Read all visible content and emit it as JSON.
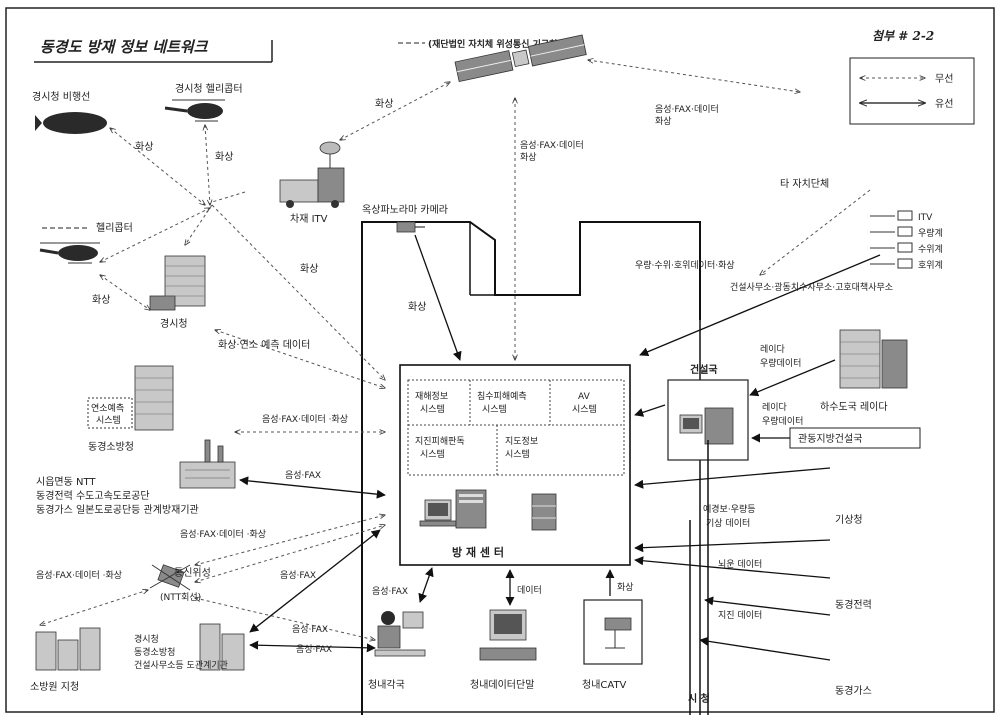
{
  "title": "동경도 방재 정보 네트워크",
  "attachment": "첨부 # 2-2",
  "satellite_caption": "(재단법인 자치체 위성통신 기구회선 )",
  "legend": {
    "wireless": "무선",
    "wired": "유선"
  },
  "nodes": {
    "police_airship": "경시청 비행선",
    "police_helicopter": "경시청 헬리콥터",
    "helicopter": "헬리콥터",
    "police_hq": "경시청",
    "vehicle_itv": "차재 ITV",
    "rooftop_camera": "옥상파노라마 카메라",
    "other_local_gov": "타 자치단체",
    "fire_forecast_box": [
      "연소예측",
      "시스템"
    ],
    "fire_dept": "동경소방청",
    "utilities": [
      "시읍면동 NTT",
      "동경전력  수도고속도로공단",
      "동경가스  일본도로공단등  관계방재기관"
    ],
    "comm_satellite": [
      "통신위성",
      "(NTT회선)"
    ],
    "fire_station_branch": "소방원 지청",
    "related_agencies": [
      "경시청",
      "동경소방청",
      "건설사무소등 도관계기관"
    ],
    "dept_offices": "청내각국",
    "data_terminal": "청내데이터단말",
    "internal_catv": "청내CATV",
    "city_towns": "시  청",
    "construction_bureau": "건설국",
    "sewage_radar": "하수도국 레이다",
    "kanto_bureau": "관동지방건설국",
    "weather_agency": "기상청",
    "tepco": "동경전력",
    "tokyo_gas": "동경가스",
    "disaster_center": "방  재  센  터",
    "itv_list": [
      "ITV",
      "우량계",
      "수위계",
      "호위계"
    ],
    "offices_line": "건설사무소·광동치수사무소·고호대책사무소"
  },
  "center_systems": [
    [
      "재해정보",
      "시스템"
    ],
    [
      "침수피해예측",
      "시스템"
    ],
    [
      "AV",
      "시스템"
    ],
    [
      "지진피해판독",
      "시스템"
    ],
    [
      "지도정보",
      "시스템"
    ]
  ],
  "edge_labels": {
    "image": "화상",
    "voice_fax_data": [
      "음성·FAX·데이터",
      "화상"
    ],
    "voice_fax_data_sat": [
      "음성·FAX·데이터",
      "화상"
    ],
    "image_fire_pred": "화상·연소 예측 데이터",
    "voice_fax_data_image": "음성·FAX·데이터 ·화상",
    "voice_fax": "음성·FAX",
    "rain_level": "우량·수위·호위데이터·화상",
    "radar_rain_1": [
      "레이다",
      "우량데이터"
    ],
    "radar_rain_2": [
      "레이다",
      "우량데이터"
    ],
    "forecast": [
      "예경보·우량등",
      "기상 데이터"
    ],
    "lightning": "뇌운 데이터",
    "quake": "지진 데이터",
    "data": "데이터"
  }
}
